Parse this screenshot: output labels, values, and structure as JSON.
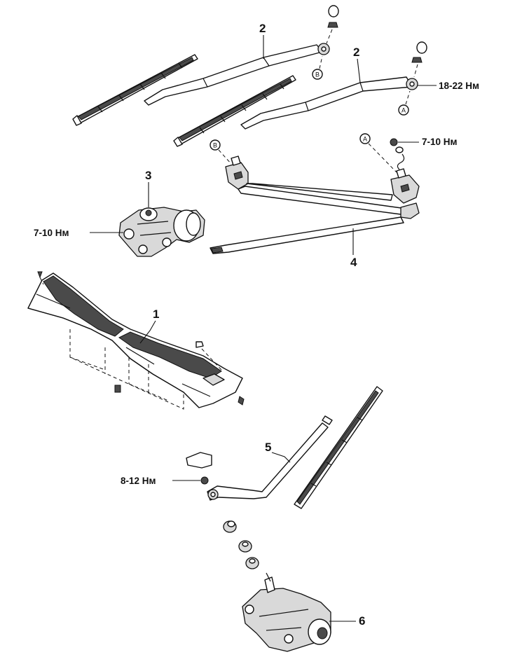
{
  "callouts": {
    "n1": "1",
    "n2a": "2",
    "n2b": "2",
    "n3": "3",
    "n4": "4",
    "n5": "5",
    "n6": "6"
  },
  "torques": {
    "arm_nut": "18-22 Нм",
    "linkage_nut": "7-10 Нм",
    "motor_bolt": "7-10 Нм",
    "rear_arm_nut": "8-12 Нм"
  },
  "markers": {
    "a_top": "A",
    "a_link": "A",
    "b_top": "B",
    "b_link": "B"
  }
}
